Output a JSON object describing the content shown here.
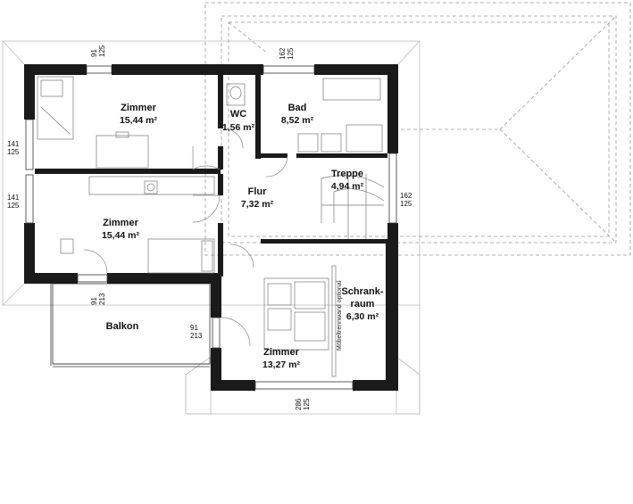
{
  "rooms": {
    "zimmer_nw": {
      "name": "Zimmer",
      "area": "15,44 m²"
    },
    "wc": {
      "name": "WC",
      "area": "1,56 m²"
    },
    "bad": {
      "name": "Bad",
      "area": "8,52 m²"
    },
    "treppe": {
      "name": "Treppe",
      "area": "4,94 m²"
    },
    "flur": {
      "name": "Flur",
      "area": "7,32 m²"
    },
    "zimmer_w": {
      "name": "Zimmer",
      "area": "15,44 m²"
    },
    "schrankraum": {
      "name_line1": "Schrank-",
      "name_line2": "raum",
      "area": "6,30 m²"
    },
    "zimmer_s": {
      "name": "Zimmer",
      "area": "13,27 m²"
    },
    "balkon": {
      "name": "Balkon"
    }
  },
  "annotations": {
    "partition_note": "Möbeltrennwand optional"
  },
  "dimensions": {
    "top_left_window": {
      "width": "91",
      "height": "125"
    },
    "top_bad_window": {
      "width": "162",
      "height": "125"
    },
    "left_upper_window": {
      "width": "141",
      "height": "125"
    },
    "left_lower_window": {
      "width": "141",
      "height": "125"
    },
    "right_stair_window": {
      "width": "162",
      "height": "125"
    },
    "balkon_door_left": {
      "width": "91",
      "height": "213"
    },
    "balkon_door_right": {
      "width": "91",
      "height": "213"
    },
    "bottom_window": {
      "width": "286",
      "height": "125"
    }
  },
  "colors": {
    "wall": "#1a1a1a",
    "line": "#333333",
    "roof": "#bbbbbb",
    "background": "#ffffff"
  }
}
